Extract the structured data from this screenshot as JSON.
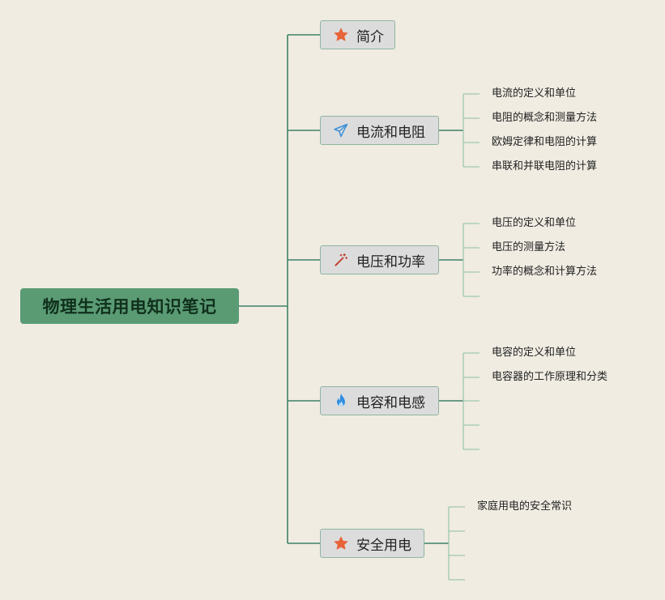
{
  "root": {
    "title": "物理生活用电知识笔记"
  },
  "colors": {
    "background": "#f0ece2",
    "root_fill": "#5a9b74",
    "branch_fill": "#dcdcdc",
    "branch_border": "#8fb5a0",
    "main_connector": "#3f8266",
    "leaf_connector": "#9fc7b0",
    "star_icon": "#e8643a",
    "plane_icon": "#3c8fd8",
    "fire_icon": "#2f8ee0"
  },
  "branches": [
    {
      "label": "简介",
      "icon": "star-icon",
      "leaves": []
    },
    {
      "label": "电流和电阻",
      "icon": "paper-plane-icon",
      "leaves": [
        "电流的定义和单位",
        "电阻的概念和测量方法",
        "欧姆定律和电阻的计算",
        "串联和并联电阻的计算"
      ]
    },
    {
      "label": "电压和功率",
      "icon": "magic-wand-icon",
      "leaves": [
        "电压的定义和单位",
        "电压的测量方法",
        "功率的概念和计算方法",
        ""
      ]
    },
    {
      "label": "电容和电感",
      "icon": "fire-icon",
      "leaves": [
        "电容的定义和单位",
        "电容器的工作原理和分类",
        "",
        "",
        ""
      ]
    },
    {
      "label": "安全用电",
      "icon": "star-icon",
      "leaves": [
        "家庭用电的安全常识",
        "",
        "",
        ""
      ]
    }
  ]
}
